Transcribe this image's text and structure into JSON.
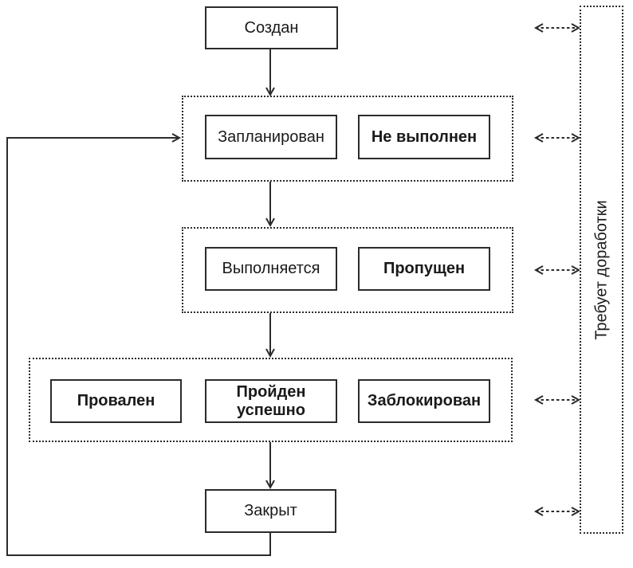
{
  "colors": {
    "stroke": "#2b2b2b",
    "text": "#1a1a1a",
    "background": "#ffffff"
  },
  "nodes": {
    "created": "Создан",
    "planned": "Запланирован",
    "not_executed": "Не выполнен",
    "in_progress": "Выполняется",
    "skipped": "Пропущен",
    "failed": "Провален",
    "passed": "Пройден успешно",
    "blocked": "Заблокирован",
    "closed": "Закрыт"
  },
  "groups": {
    "planning": [
      "planned",
      "not_executed"
    ],
    "execution": [
      "in_progress",
      "skipped"
    ],
    "result": [
      "failed",
      "passed",
      "blocked"
    ]
  },
  "side_panel": {
    "label": "Требует доработки"
  },
  "edges": [
    {
      "from": "created",
      "to": "planning-group",
      "style": "solid-arrow"
    },
    {
      "from": "planning-group",
      "to": "execution-group",
      "style": "solid-arrow"
    },
    {
      "from": "execution-group",
      "to": "result-group",
      "style": "solid-arrow"
    },
    {
      "from": "result-group",
      "to": "closed",
      "style": "solid-arrow"
    },
    {
      "from": "closed",
      "to": "planning-group",
      "style": "solid-arrow-loop"
    },
    {
      "from": "created",
      "to": "rework-panel",
      "style": "dashed-double-arrow"
    },
    {
      "from": "planning-group",
      "to": "rework-panel",
      "style": "dashed-double-arrow"
    },
    {
      "from": "execution-group",
      "to": "rework-panel",
      "style": "dashed-double-arrow"
    },
    {
      "from": "result-group",
      "to": "rework-panel",
      "style": "dashed-double-arrow"
    },
    {
      "from": "closed",
      "to": "rework-panel",
      "style": "dashed-double-arrow"
    }
  ]
}
